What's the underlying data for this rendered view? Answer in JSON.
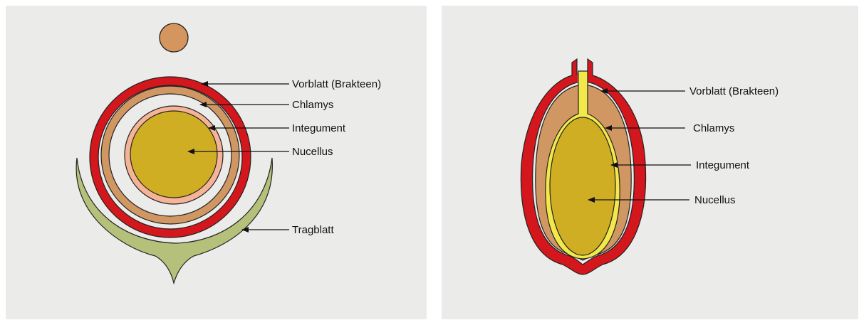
{
  "colors": {
    "panel_bg": "#ebebea",
    "bract": "#d4161d",
    "chlamys": "#d19762",
    "integument_left": "#f5b497",
    "integument_right": "#f2e84a",
    "nucellus": "#cfae24",
    "subtending_leaf": "#b5c07a",
    "top_bud": "#d4965e",
    "outline": "#222222"
  },
  "left_diagram": {
    "labels": {
      "vorblatt": "Vorblatt (Brakteen)",
      "chlamys": "Chlamys",
      "integument": "Integument",
      "nucellus": "Nucellus",
      "tragblatt": "Tragblatt"
    }
  },
  "right_diagram": {
    "labels": {
      "vorblatt": "Vorblatt (Brakteen)",
      "chlamys": "Chlamys",
      "integument": "Integument",
      "nucellus": "Nucellus"
    }
  }
}
